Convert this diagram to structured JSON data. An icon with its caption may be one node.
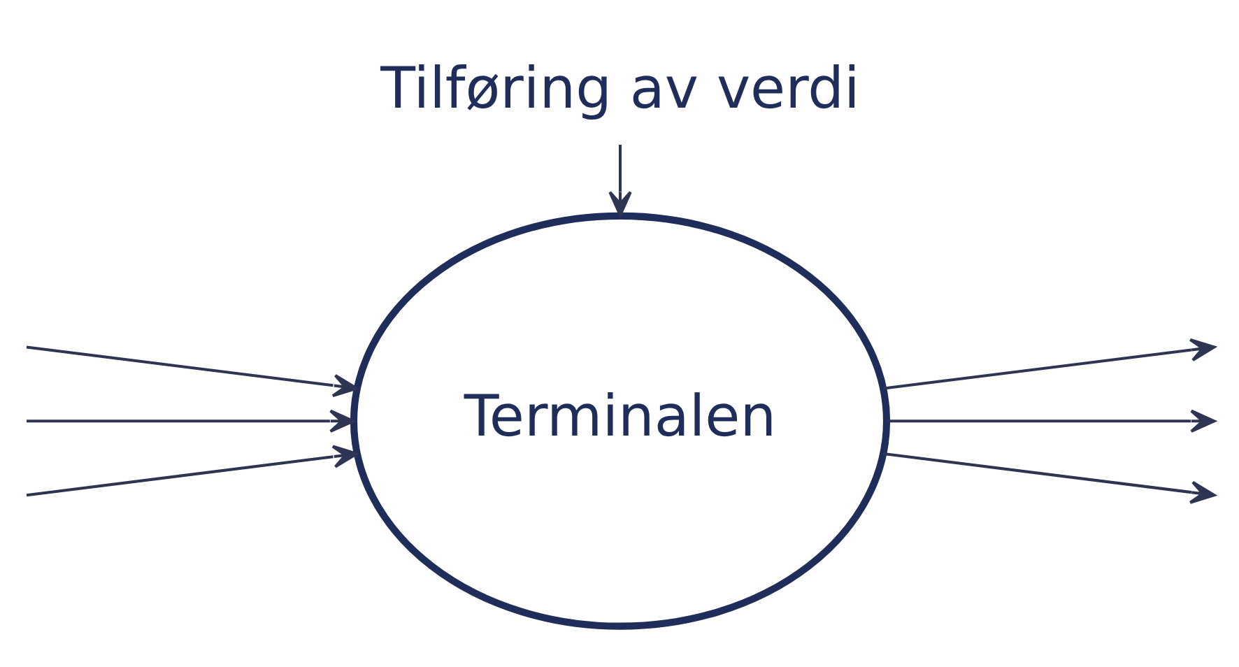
{
  "diagram": {
    "nodes": [
      {
        "text": [
          "Tilføring av verdi"
        ]
      },
      {
        "text": [
          "Terminalen"
        ]
      }
    ],
    "edges": [
      {
        "from": 0,
        "to": 1,
        "arrow": "to"
      },
      {
        "from": 1,
        "to": null,
        "arrow": "to"
      },
      {
        "from": 1,
        "to": null,
        "arrow": "to"
      },
      {
        "from": null,
        "to": 1,
        "arrow": "to"
      },
      {
        "from": null,
        "to": 1,
        "arrow": "to"
      },
      {
        "from": 1,
        "to": null,
        "arrow": "to"
      },
      {
        "from": null,
        "to": 1,
        "arrow": "to"
      }
    ]
  }
}
